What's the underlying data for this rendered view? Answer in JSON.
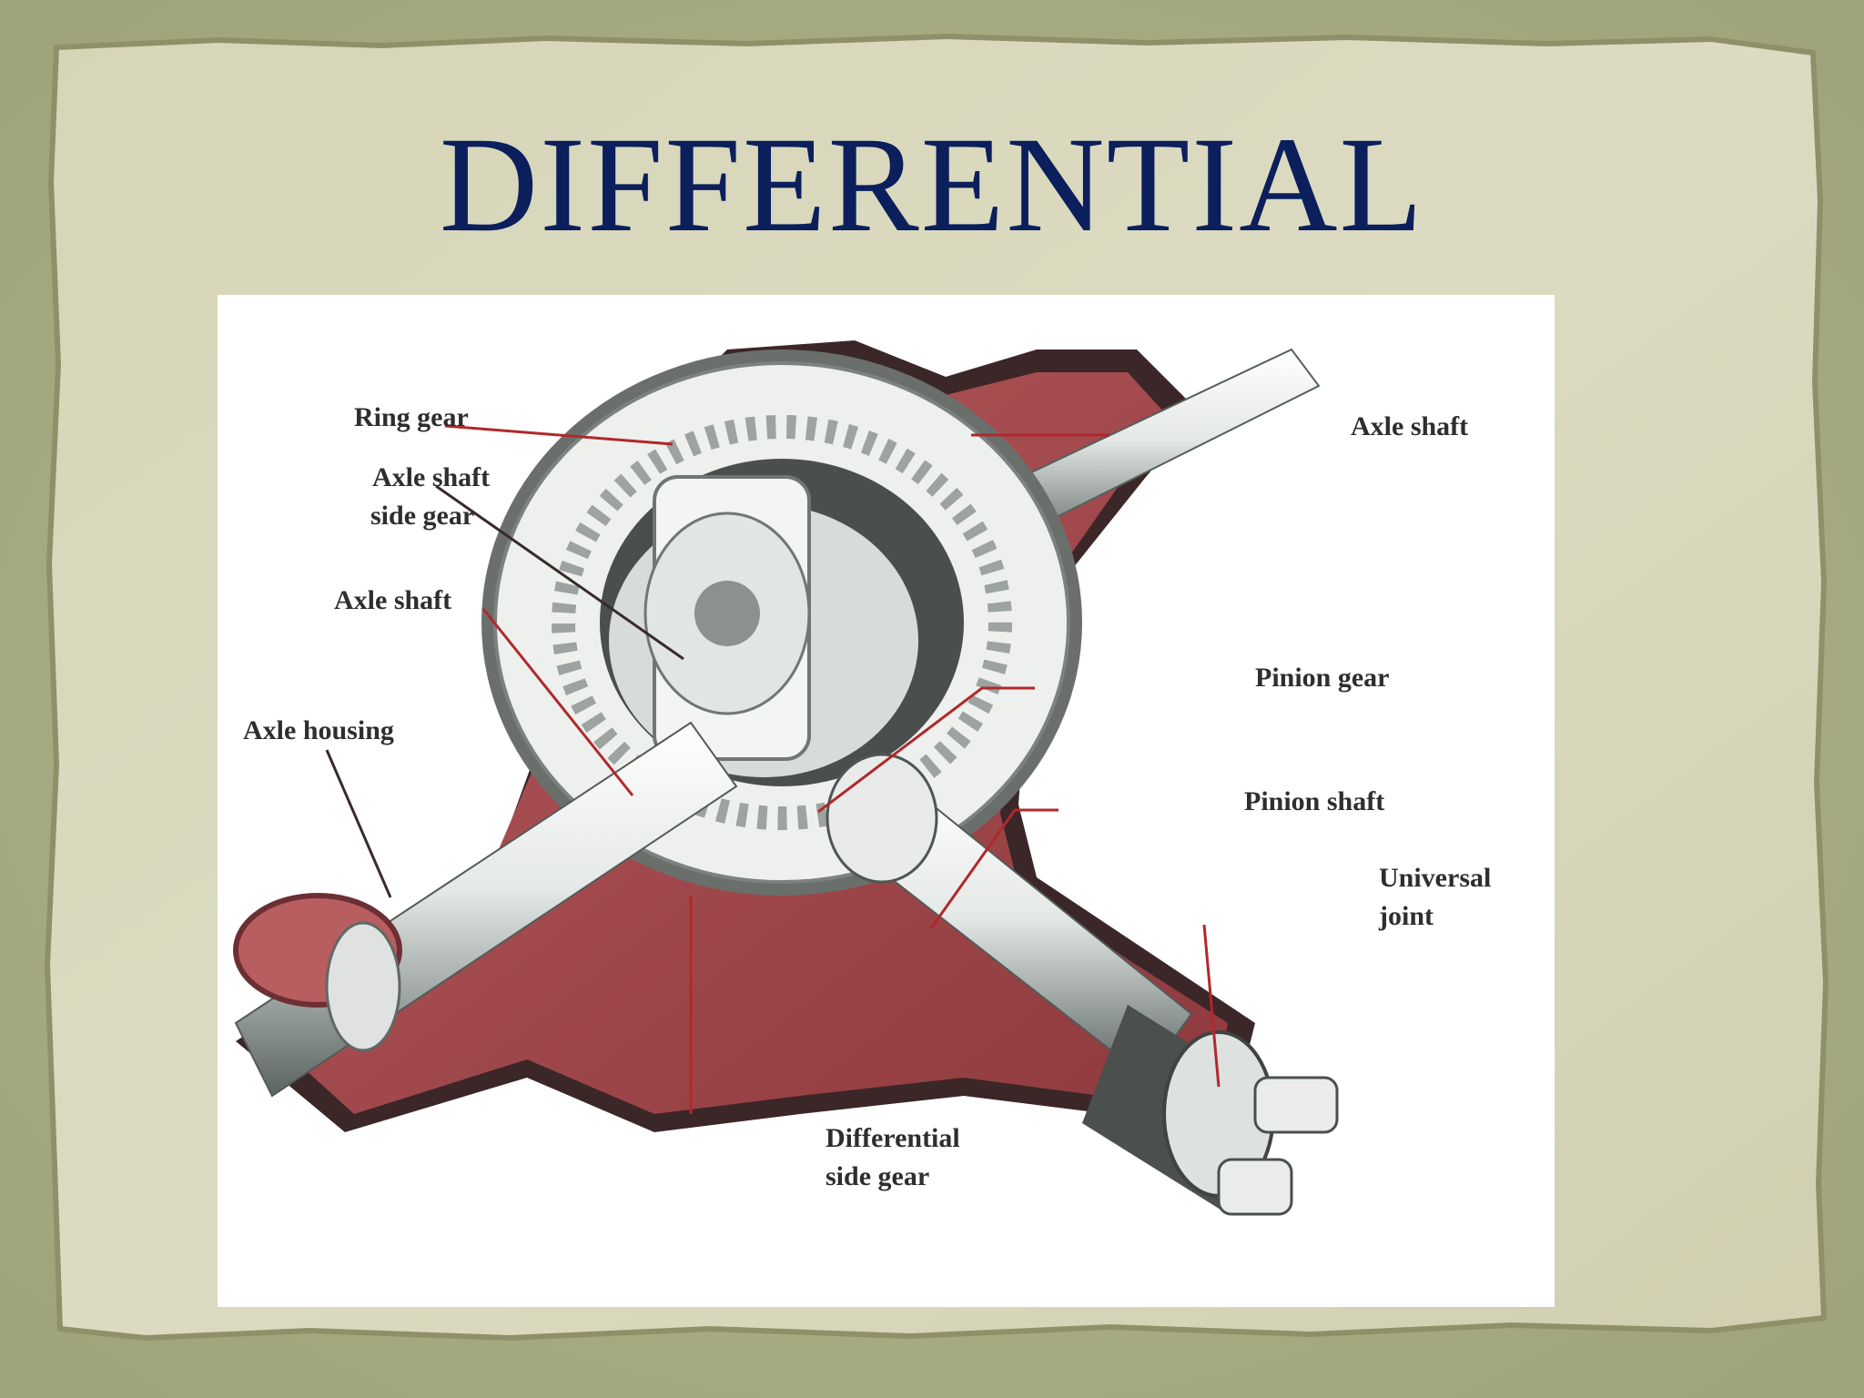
{
  "slide": {
    "title": "DIFFERENTIAL"
  },
  "diagram": {
    "labels": {
      "ring_gear": "Ring gear",
      "axle_shaft_side_gear_line1": "Axle shaft",
      "axle_shaft_side_gear_line2": "side gear",
      "axle_shaft_left": "Axle shaft",
      "axle_housing": "Axle housing",
      "axle_shaft_right": "Axle shaft",
      "pinion_gear": "Pinion gear",
      "pinion_shaft": "Pinion shaft",
      "universal_joint_line1": "Universal",
      "universal_joint_line2": "joint",
      "differential_side_gear_line1": "Differential",
      "differential_side_gear_line2": "side gear"
    }
  },
  "colors": {
    "title": "#0b1f5c",
    "paper": "#d9d8bd",
    "frame": "#a4a97f",
    "leader_lines": "#b0282c",
    "housing_red": "#a8484c",
    "steel": "#e6e9e6"
  }
}
